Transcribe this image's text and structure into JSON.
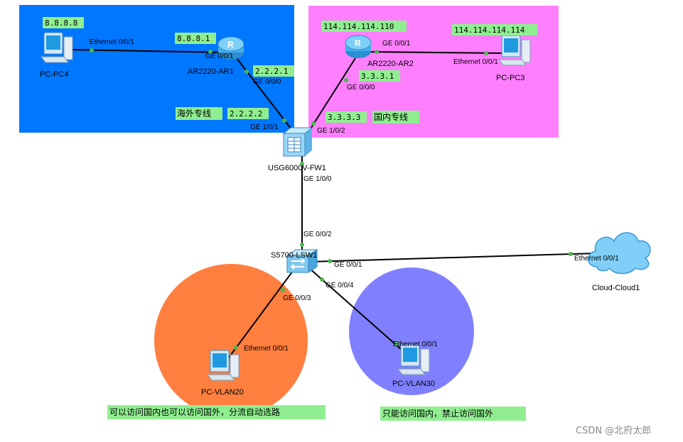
{
  "zones": [
    {
      "name": "overseas-zone",
      "color": "#0077ff"
    },
    {
      "name": "domestic-zone",
      "color": "#ff80ff"
    },
    {
      "name": "vlan20-zone",
      "color": "#ff7f3f"
    },
    {
      "name": "vlan30-zone",
      "color": "#8080ff"
    }
  ],
  "devices": {
    "pc4": "PC-PC4",
    "ar1": "AR2220-AR1",
    "ar2": "AR2220-AR2",
    "pc3": "PC-PC3",
    "fw1": "USG6000V-FW1",
    "lsw1": "S5700-LSW1",
    "cloud1": "Cloud-Cloud1",
    "vlan20": "PC-VLAN20",
    "vlan30": "PC-VLAN30"
  },
  "ips": {
    "pc4": "8.8.8.8",
    "ar1_g001": "8.8.8.1",
    "ar1_g000": "2.2.2.1",
    "fw_g101": "2.2.2.2",
    "ar2_g001": "114.114.114.110",
    "pc3": "114.114.114.114",
    "ar2_g000": "3.3.3.1",
    "fw_g102": "3.3.3.3"
  },
  "ports": {
    "pc4_eth": "Ethernet 0/0/1",
    "ar1_g001": "GE 0/0/1",
    "ar1_g000": "GE 0/0/0",
    "fw_g101": "GE 1/0/1",
    "ar2_g001": "GE 0/0/1",
    "pc3_eth": "Ethernet 0/0/1",
    "ar2_g000": "GE 0/0/0",
    "fw_g102": "GE 1/0/2",
    "fw_g100": "GE 1/0/0",
    "lsw_g002": "GE 0/0/2",
    "lsw_g001": "GE 0/0/1",
    "cloud_eth": "Ethernet 0/0/1",
    "lsw_g003": "GE 0/0/3",
    "lsw_g004": "GE 0/0/4",
    "vlan20_eth": "Ethernet 0/0/1",
    "vlan30_eth": "Ethernet 0/0/1"
  },
  "notes": {
    "overseas_line": "海外专线",
    "domestic_line": "国内专线",
    "vlan20": "可以访问国内也可以访问国外，分流自动选路",
    "vlan30": "只能访问国内，禁止访问国外"
  },
  "watermark": "CSDN @北府太郎"
}
